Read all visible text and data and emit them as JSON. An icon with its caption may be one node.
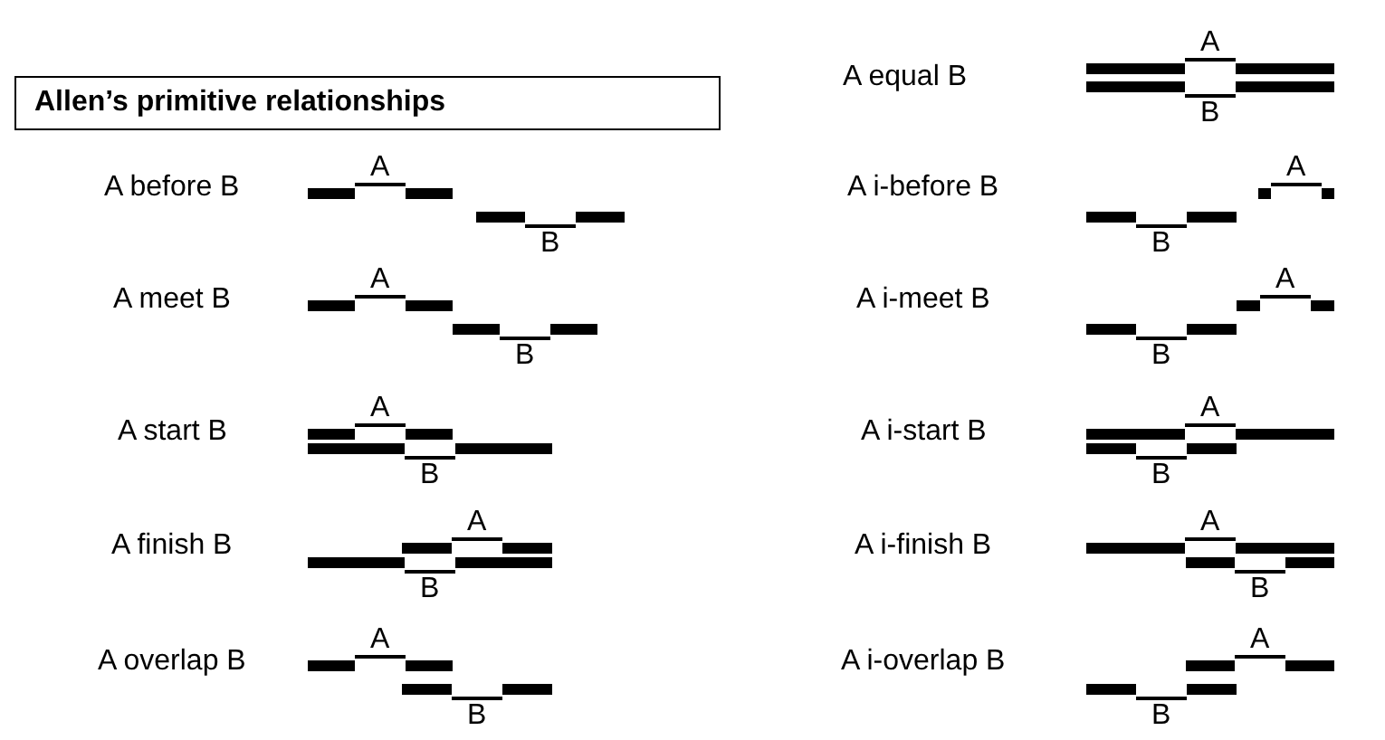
{
  "diagram": {
    "title": "Allen’s primitive relationships",
    "labels": [
      "A equal B",
      "A",
      "B",
      "A before B",
      "A",
      "B",
      "A i-before B",
      "A",
      "B",
      "A meet B",
      "A",
      "B",
      "A i-meet B",
      "A",
      "B",
      "A start B",
      "A",
      "B",
      "A i-start B",
      "A",
      "B",
      "A finish B",
      "A",
      "B",
      "A i-finish B",
      "A",
      "B",
      "A overlap B",
      "A",
      "B",
      "A i-overlap B",
      "A",
      "B"
    ]
  }
}
